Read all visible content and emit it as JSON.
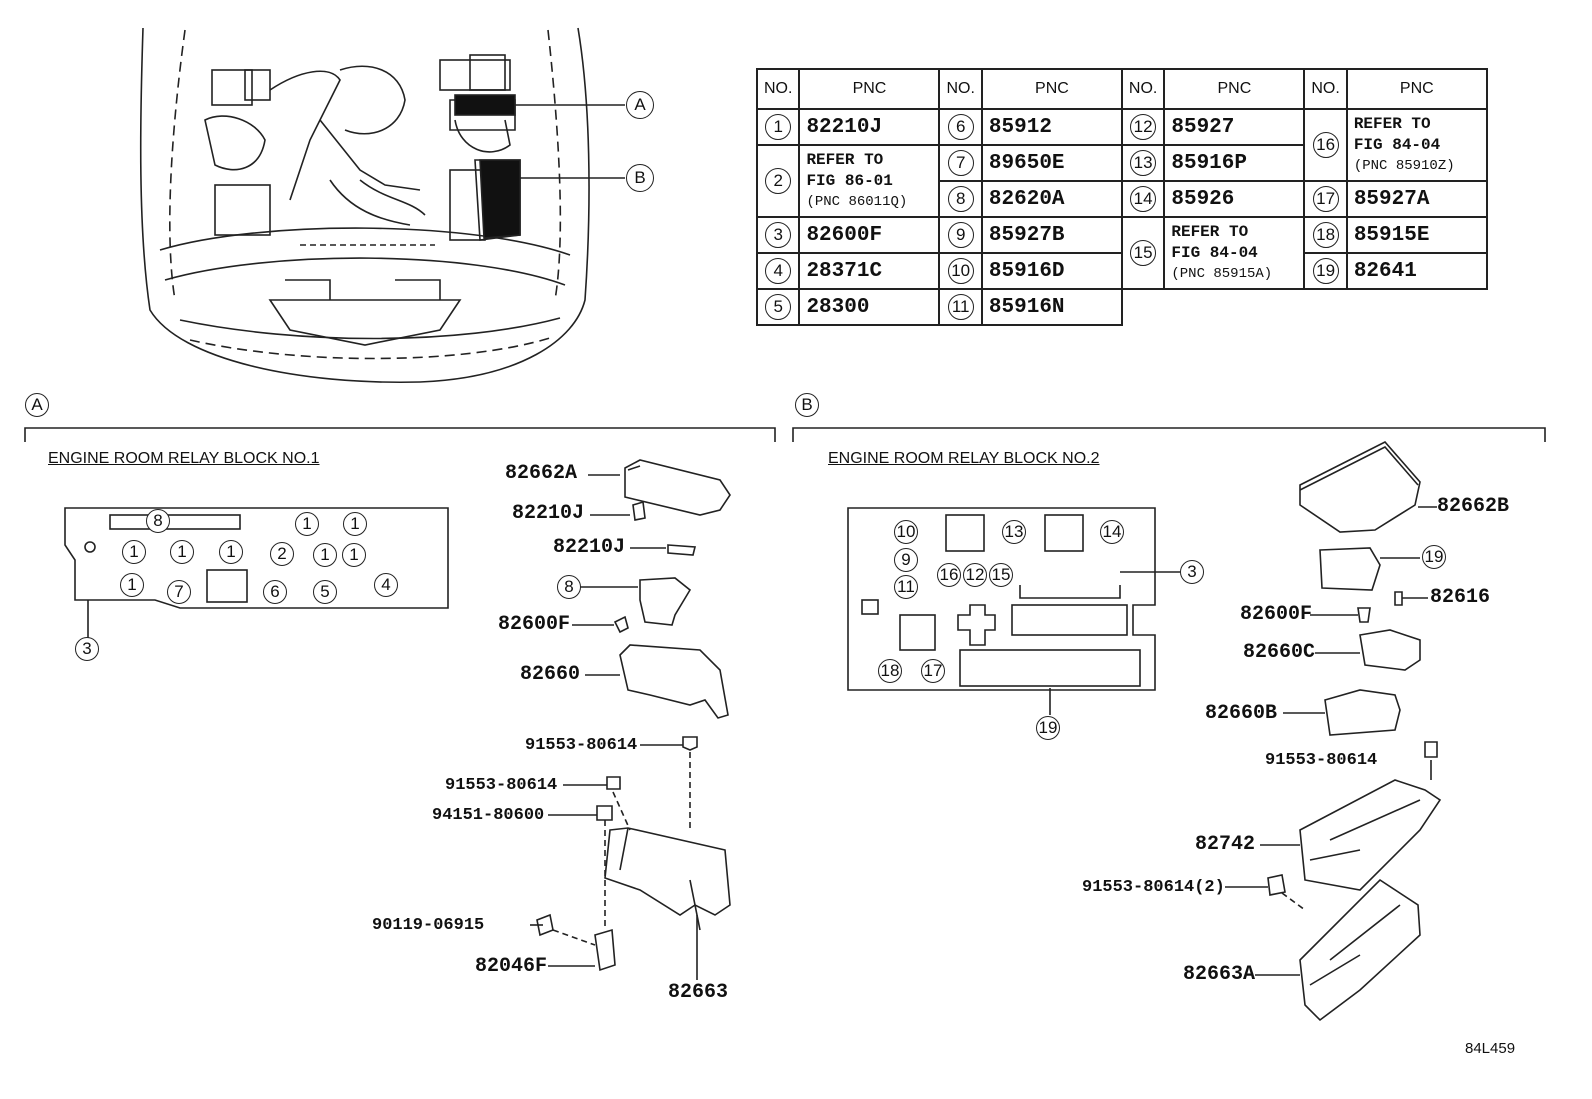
{
  "table": {
    "headers": {
      "no": "NO.",
      "pnc": "PNC"
    },
    "rows": [
      [
        {
          "no": "1",
          "pnc": "82210J"
        },
        {
          "no": "6",
          "pnc": "85912"
        },
        {
          "no": "12",
          "pnc": "85927"
        },
        {
          "no": "16",
          "ref": [
            "REFER TO",
            "FIG 84-04"
          ],
          "sub": "(PNC 85910Z)"
        }
      ],
      [
        {
          "no": "2",
          "ref": [
            "REFER TO",
            "FIG 86-01"
          ],
          "sub": "(PNC 86011Q)"
        },
        {
          "no": "7",
          "pnc": "89650E"
        },
        {
          "no": "13",
          "pnc": "85916P"
        }
      ],
      [
        {
          "no": "8",
          "pnc": "82620A"
        },
        {
          "no": "14",
          "pnc": "85926"
        },
        {
          "no": "17",
          "pnc": "85927A"
        }
      ],
      [
        {
          "no": "3",
          "pnc": "82600F"
        },
        {
          "no": "9",
          "pnc": "85927B"
        },
        {
          "no": "15",
          "ref": [
            "REFER TO",
            "FIG 84-04"
          ],
          "sub": "(PNC 85915A)"
        },
        {
          "no": "18",
          "pnc": "85915E"
        }
      ],
      [
        {
          "no": "4",
          "pnc": "28371C"
        },
        {
          "no": "10",
          "pnc": "85916D"
        },
        {
          "no": "19",
          "pnc": "82641"
        }
      ],
      [
        {
          "no": "5",
          "pnc": "28300"
        },
        {
          "no": "11",
          "pnc": "85916N"
        }
      ]
    ]
  },
  "callouts": {
    "a": "A",
    "b": "B"
  },
  "section_a": {
    "letter": "A",
    "title": "ENGINE ROOM RELAY BLOCK NO.1",
    "layout_nums": [
      "8",
      "1",
      "1",
      "1",
      "1",
      "1",
      "2",
      "1",
      "1",
      "1",
      "7",
      "6",
      "5",
      "4",
      "3"
    ],
    "parts": [
      "82662A",
      "82210J",
      "82210J",
      "82600F",
      "82660",
      "91553-80614",
      "91553-80614",
      "94151-80600",
      "90119-06915",
      "82046F",
      "82663"
    ],
    "part_callout": "8"
  },
  "section_b": {
    "letter": "B",
    "title": "ENGINE ROOM RELAY BLOCK NO.2",
    "layout_nums": [
      "10",
      "9",
      "11",
      "13",
      "14",
      "16",
      "12",
      "15",
      "3",
      "18",
      "17",
      "19"
    ],
    "parts": [
      "82662B",
      "82600F",
      "82616",
      "82660C",
      "82660B",
      "91553-80614",
      "82742",
      "91553-80614(2)",
      "82663A"
    ],
    "part_callout": "19"
  },
  "drawing_code": "84L459"
}
